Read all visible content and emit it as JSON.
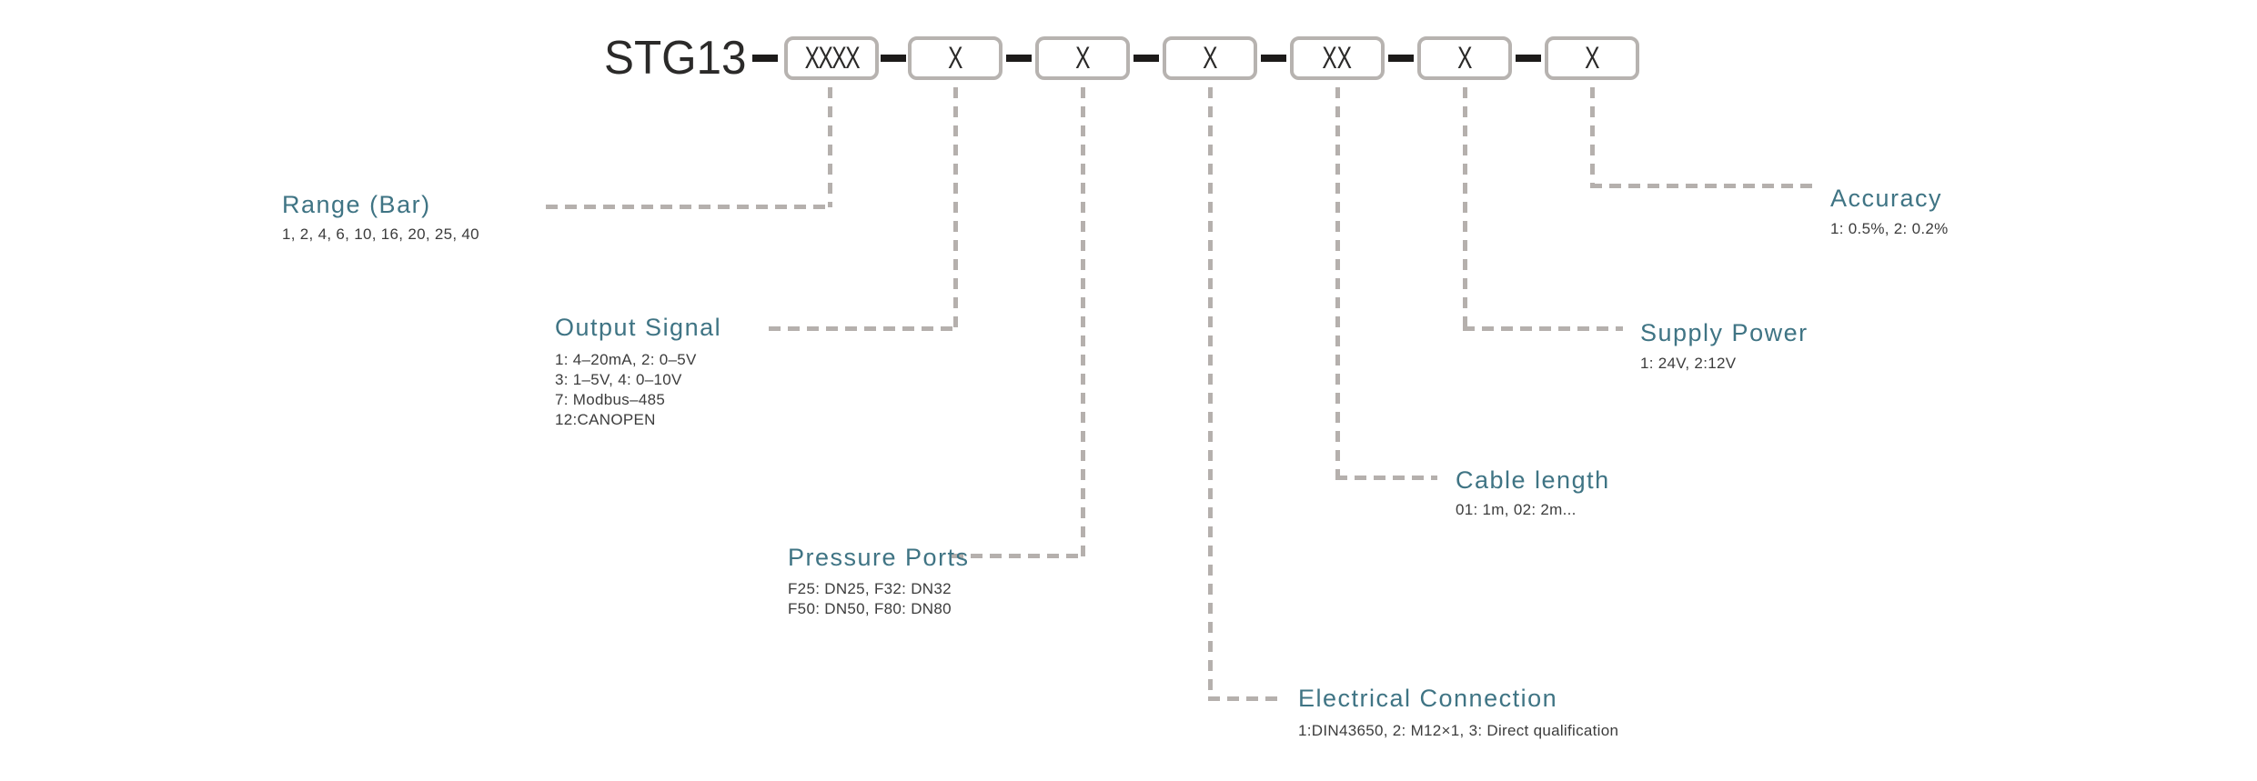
{
  "title": "STG13",
  "code_boxes": [
    "XXXX",
    "X",
    "X",
    "X",
    "XX",
    "X",
    "X"
  ],
  "fields": [
    {
      "id": "range",
      "heading": "Range (Bar)",
      "values": [
        "1、2、4、6、10、16、20、25、40"
      ]
    },
    {
      "id": "output-signal",
      "heading": "Output Signal",
      "values": [
        "1: 4–20mA、2: 0–5V",
        "3: 1–5V、4: 0–10V",
        "7: Modbus–485",
        "12:CANOPEN"
      ]
    },
    {
      "id": "pressure-ports",
      "heading": "Pressure Ports",
      "values": [
        "F25: DN25、F32: DN32",
        "F50: DN50、F80: DN80"
      ]
    },
    {
      "id": "electrical-connection",
      "heading": "Electrical Connection",
      "values": [
        "1:DIN43650、2: M12×1、3: Direct qualification"
      ]
    },
    {
      "id": "cable-length",
      "heading": "Cable length",
      "values": [
        "01: 1m、02: 2m..."
      ]
    },
    {
      "id": "supply-power",
      "heading": "Supply Power",
      "values": [
        "1: 24V、2:12V"
      ]
    },
    {
      "id": "accuracy",
      "heading": "Accuracy",
      "values": [
        "1: 0.5%、2: 0.2%"
      ]
    }
  ],
  "colors": {
    "heading_teal": "#3F7484",
    "body_text": "#3C3C3C",
    "title_text": "#2B2A29",
    "box_border": "#B7B3B0",
    "connector_gray": "#B5B0AD",
    "connector_black": "#1D1B1A"
  }
}
